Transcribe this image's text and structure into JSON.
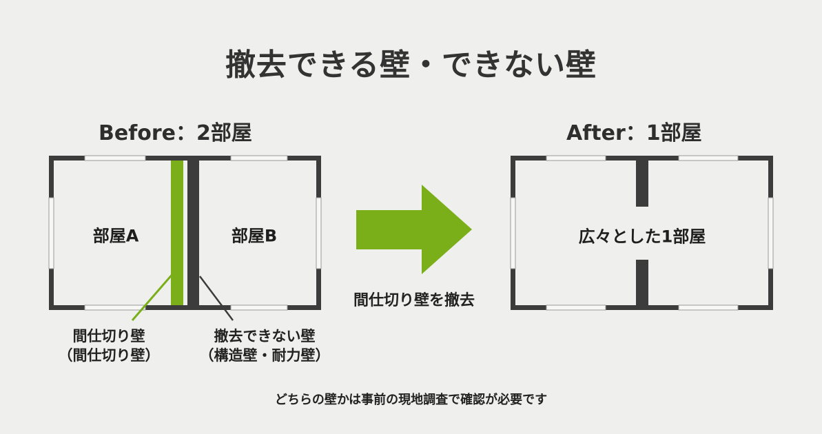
{
  "title": "撤去できる壁・できない壁",
  "before": {
    "heading": "Before：2部屋",
    "room_a": "部屋A",
    "room_b": "部屋B",
    "partition_label": "間仕切り壁",
    "partition_sublabel": "（間仕切り壁）",
    "structural_label": "撤去できない壁",
    "structural_sublabel": "（構造壁・耐力壁）"
  },
  "arrow": {
    "caption": "間仕切り壁を撤去",
    "color": "#7aaf1a"
  },
  "after": {
    "heading": "After：1部屋",
    "room_label": "広々とした1部屋"
  },
  "footer": "どちらの壁かは事前の現地調査で確認が必要です",
  "colors": {
    "background": "#efefed",
    "wall": "#3c3c3c",
    "partition_wall": "#7aaf1a",
    "window": "#f7f7f5"
  }
}
